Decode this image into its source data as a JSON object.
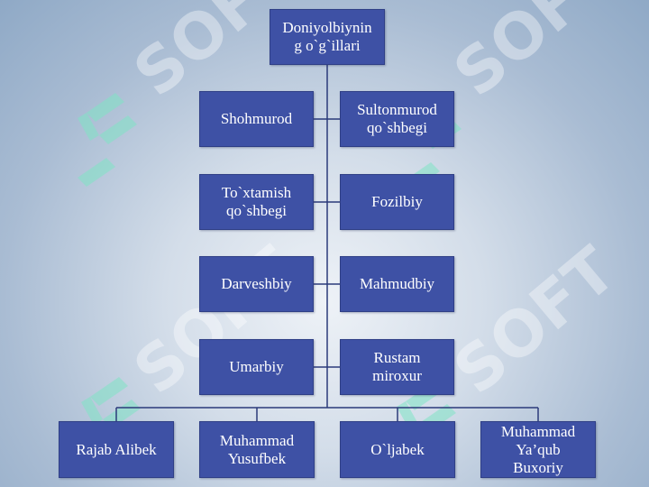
{
  "watermark": {
    "text": "SOFT",
    "color": "#ffffff",
    "logo_color": "#7fe3c4"
  },
  "root": {
    "label": "Doniyolbiynin\ng o`g`illari"
  },
  "left_column": [
    {
      "label": "Shohmurod"
    },
    {
      "label": "To`xtamish\nqo`shbegi"
    },
    {
      "label": "Darveshbiy"
    },
    {
      "label": "Umarbiy"
    }
  ],
  "right_column": [
    {
      "label": "Sultonmurod\nqo`shbegi"
    },
    {
      "label": "Fozilbiy"
    },
    {
      "label": "Mahmudbiy"
    },
    {
      "label": "Rustam\nmiroxur"
    }
  ],
  "bottom_row": [
    {
      "label": "Rajab Alibek"
    },
    {
      "label": "Muhammad\nYusufbek"
    },
    {
      "label": "O`ljabek"
    },
    {
      "label": "Muhammad\nYa’qub\nBuxoriy"
    }
  ],
  "colors": {
    "box_fill": "#3e51a5",
    "box_text": "#ffffff",
    "connector": "#2b3a7a"
  }
}
